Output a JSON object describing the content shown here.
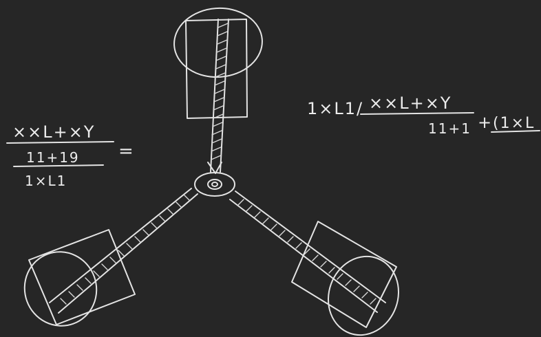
{
  "left_equation": {
    "numerator": "××L+×Y",
    "middle": "11+19",
    "denominator": "1×L1",
    "equals": "="
  },
  "right_equation": {
    "prefix": "1×L1/",
    "numerator": "××L+×Y",
    "denominator": "11+1",
    "plus": "+",
    "trailing": "(1×L"
  },
  "colors": {
    "background": "#262626",
    "chalk": "#e4e4e4"
  }
}
